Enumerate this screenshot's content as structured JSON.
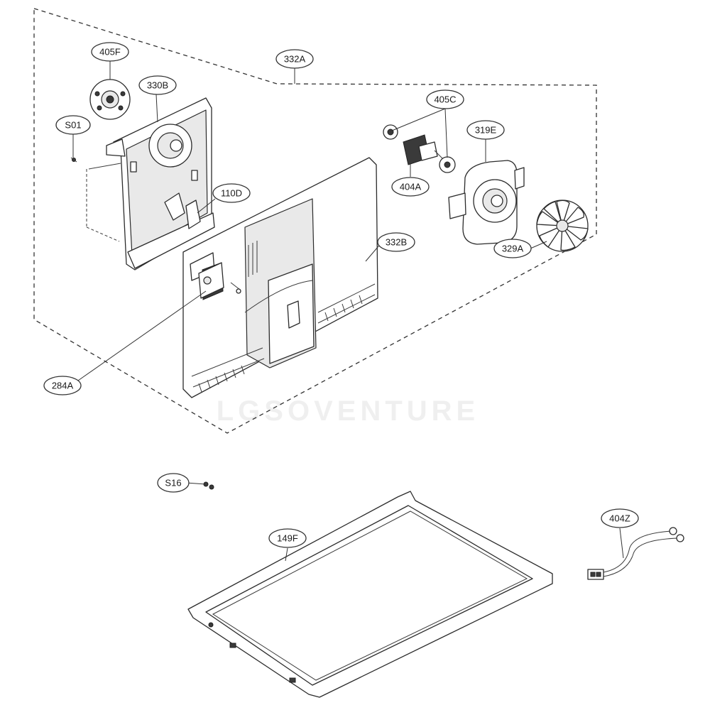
{
  "diagram": {
    "watermark": "LGSOVENTURE",
    "callouts": [
      {
        "id": "405F",
        "label": "405F"
      },
      {
        "id": "330B",
        "label": "330B"
      },
      {
        "id": "332A",
        "label": "332A"
      },
      {
        "id": "S01",
        "label": "S01"
      },
      {
        "id": "110D",
        "label": "110D"
      },
      {
        "id": "405C",
        "label": "405C"
      },
      {
        "id": "319E",
        "label": "319E"
      },
      {
        "id": "404A",
        "label": "404A"
      },
      {
        "id": "332B",
        "label": "332B"
      },
      {
        "id": "329A",
        "label": "329A"
      },
      {
        "id": "284A",
        "label": "284A"
      },
      {
        "id": "S16",
        "label": "S16"
      },
      {
        "id": "149F",
        "label": "149F"
      },
      {
        "id": "404Z",
        "label": "404Z"
      }
    ]
  }
}
